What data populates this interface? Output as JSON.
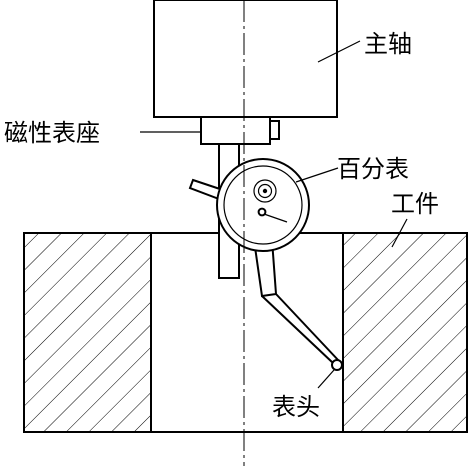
{
  "labels": {
    "spindle": "主轴",
    "magnetic_base": "磁性表座",
    "dial_indicator": "百分表",
    "workpiece": "工件",
    "probe": "表头"
  }
}
